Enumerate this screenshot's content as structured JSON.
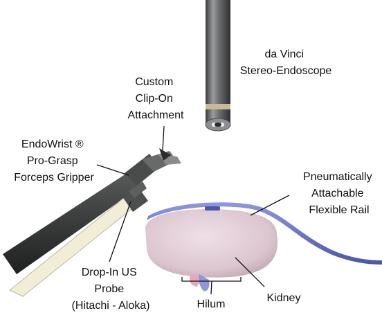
{
  "labels": {
    "endoscope": [
      "da Vinci",
      "Stereo-Endoscope"
    ],
    "clip_on": [
      "Custom",
      "Clip-On",
      "Attachment"
    ],
    "endowrist": [
      "EndoWrist ®",
      "Pro-Grasp",
      "Forceps Gripper"
    ],
    "rail": [
      "Pneumatically",
      "Attachable",
      "Flexible Rail"
    ],
    "probe": [
      "Drop-In US",
      "Probe",
      "(Hitachi - Aloka)"
    ],
    "hilum": "Hilum",
    "kidney": "Kidney"
  },
  "colors": {
    "endoscope_body": "#5f6062",
    "instrument_shaft": "#3a3b3b",
    "probe_cable": "#f2edd6",
    "kidney": "#e8d4dc",
    "rail": "#6d78cf",
    "hilum_vein": "#e6a7ba",
    "hilum_artery": "#8c97d6",
    "label_text": "#111111"
  },
  "icons": [
    "stereo-endoscope-icon",
    "forceps-gripper-icon",
    "ultrasound-probe-icon",
    "kidney-icon",
    "flexible-rail-icon"
  ]
}
